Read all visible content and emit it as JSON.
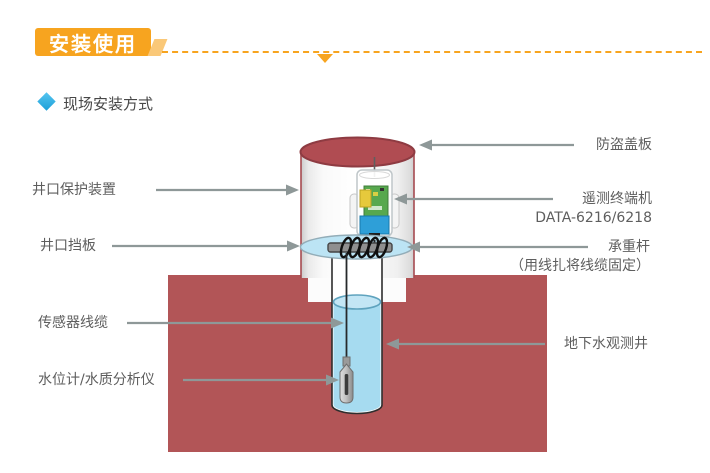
{
  "header": {
    "title": "安装使用"
  },
  "section": {
    "title": "现场安装方式"
  },
  "diagram": {
    "left_labels": [
      {
        "id": "wellhead-protection",
        "text": "井口保护装置"
      },
      {
        "id": "wellhead-baffle",
        "text": "井口挡板"
      },
      {
        "id": "sensor-cable",
        "text": "传感器线缆"
      },
      {
        "id": "water-level-analyzer",
        "text": "水位计/水质分析仪"
      }
    ],
    "right_labels": [
      {
        "id": "anti-theft-cover",
        "line1": "防盗盖板"
      },
      {
        "id": "telemetry-terminal",
        "line1": "遥测终端机",
        "line2": "DATA-6216/6218"
      },
      {
        "id": "load-bearing-rod",
        "line1": "承重杆",
        "line2": "（用线扎将线缆固定）"
      },
      {
        "id": "observation-well",
        "line1": "地下水观测井"
      }
    ],
    "colors": {
      "accent_orange": "#F7A41F",
      "bullet_blue": "#2FB3E8",
      "ground_red": "#B25557",
      "cover_red": "#B04C52",
      "water_blue": "#A6DBF0",
      "baffle_blue": "#BCE4F4",
      "arrow_gray": "#8E9898",
      "label_gray": "#5E5E5E"
    }
  }
}
